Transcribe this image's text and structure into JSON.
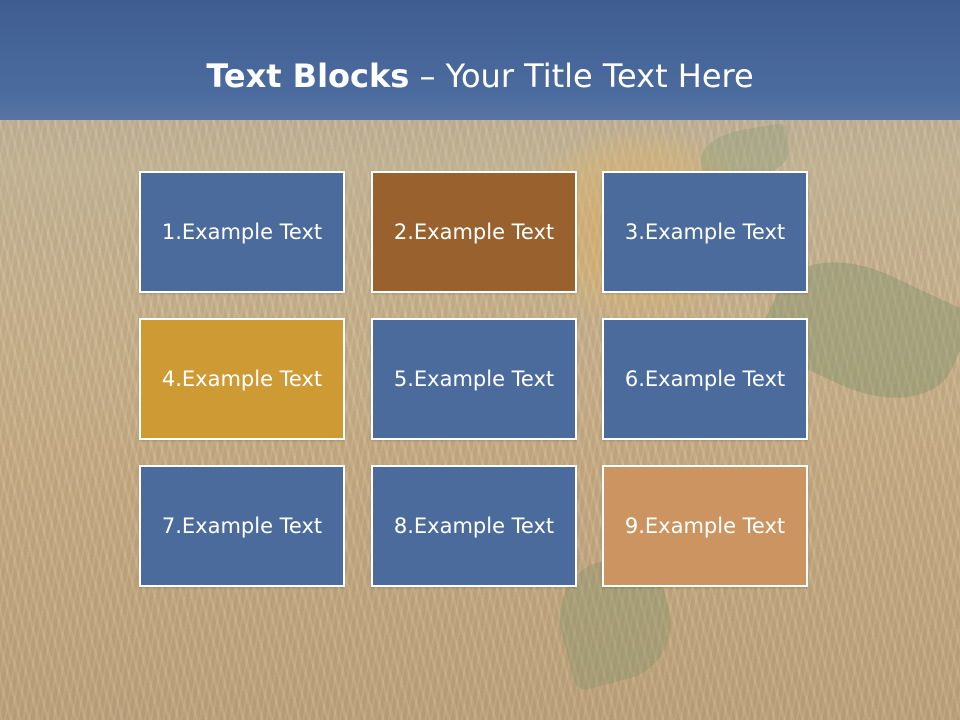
{
  "title": {
    "bold": "Text Blocks",
    "rest": " – Your Title Text Here"
  },
  "blocks": [
    {
      "label": "1.Example Text",
      "color": "#4a6b9c"
    },
    {
      "label": "2.Example Text",
      "color": "#98612d"
    },
    {
      "label": "3.Example Text",
      "color": "#4a6b9c"
    },
    {
      "label": "4.Example Text",
      "color": "#cd9a33"
    },
    {
      "label": "5.Example Text",
      "color": "#4a6b9c"
    },
    {
      "label": "6.Example Text",
      "color": "#4a6b9c"
    },
    {
      "label": "7.Example Text",
      "color": "#4a6b9c"
    },
    {
      "label": "8.Example Text",
      "color": "#4a6b9c"
    },
    {
      "label": "9.Example Text",
      "color": "#cc9461"
    }
  ]
}
